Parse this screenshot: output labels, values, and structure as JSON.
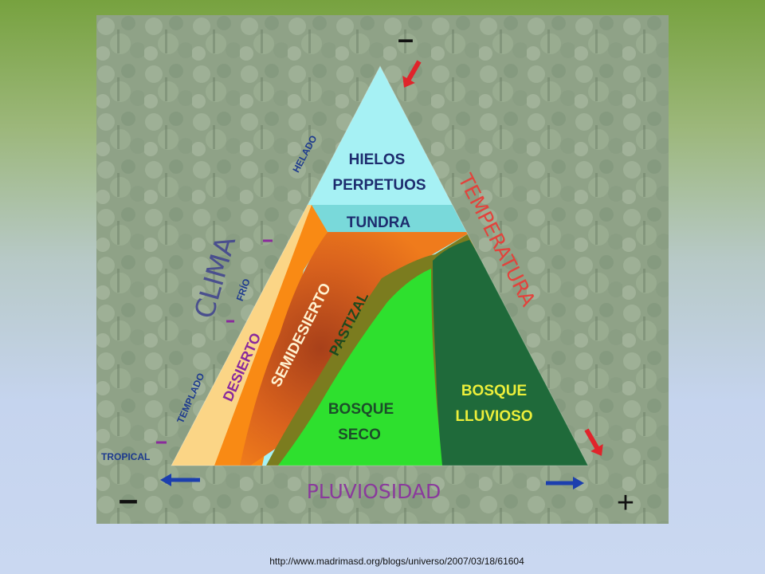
{
  "diagram": {
    "zones": {
      "hielos": [
        "HIELOS",
        "PERPETUOS"
      ],
      "tundra": "TUNDRA",
      "semidesierto": "SEMIDESIERTO",
      "pastizal": "PASTIZAL",
      "desierto": "DESIERTO",
      "bosque_seco": [
        "BOSQUE",
        "SECO"
      ],
      "bosque_lluvioso": [
        "BOSQUE",
        "LLUVIOSO"
      ]
    },
    "axes": {
      "clima": "CLIMA",
      "temperatura": "TEMPERATURA",
      "pluviosidad": "PLUVIOSIDAD"
    },
    "climate_levels": {
      "helado": "HELADO",
      "frio": "FRÍO",
      "templado": "TEMPLADO",
      "tropical": "TROPICAL"
    },
    "signs": {
      "minus": "–",
      "plus": "+"
    },
    "colors": {
      "hielos": "#a6f1f4",
      "tundra": "#79d9da",
      "semidesierto": "#e9701c",
      "desierto": "#f98a14",
      "desert_band": "#fbd586",
      "pastizal": "#7b7c1f",
      "bosque_seco": "#2ee02e",
      "bosque_lluvioso": "#1f6a3a",
      "clima_text": "#4a4f8e",
      "temperatura_text": "#e2433c",
      "pluviosidad_text": "#8a3a9c",
      "arrow_red": "#e0242b",
      "arrow_blue": "#1c3fae"
    }
  },
  "source_url": "http://www.madrimasd.org/blogs/universo/2007/03/18/61604"
}
